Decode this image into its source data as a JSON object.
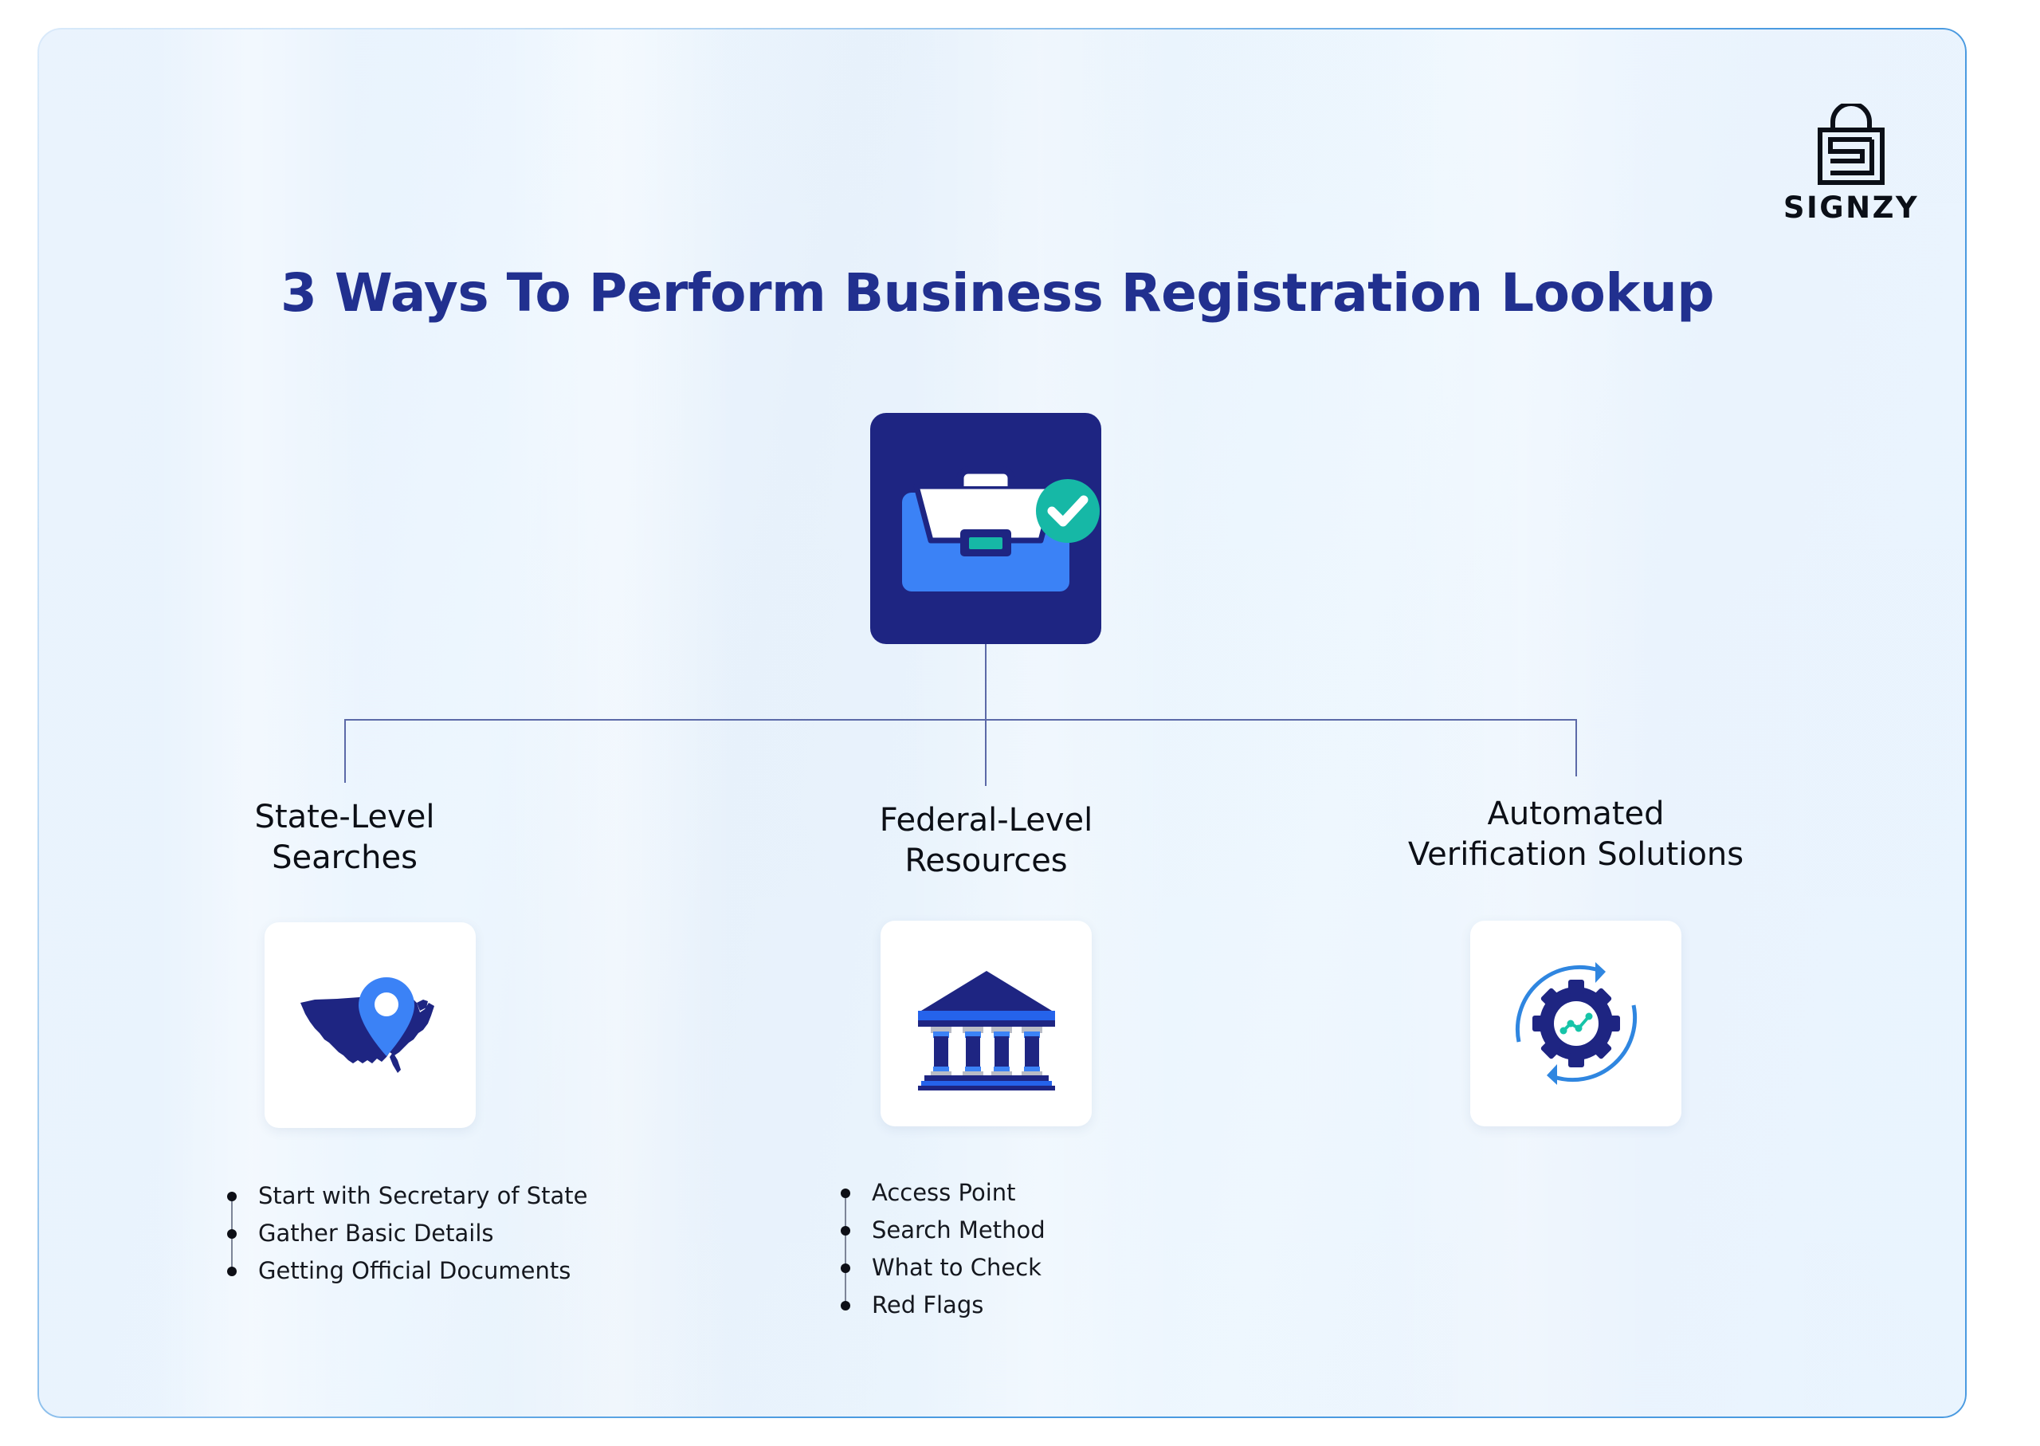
{
  "brand": {
    "name": "SIGNZY",
    "logo_icon": "padlock-maze-logo"
  },
  "header": {
    "title": "3 Ways To Perform Business Registration Lookup"
  },
  "hero": {
    "icon": "briefcase-verified-icon",
    "tile_color": "#1e2582",
    "briefcase_body_color": "#3b82f6",
    "briefcase_flap_color": "#ffffff",
    "check_badge_color": "#16b8a6"
  },
  "colors": {
    "background": "#eaf3fd",
    "card_border": "#4a9ae0",
    "title": "#21308f",
    "navy": "#1e2582",
    "blue": "#2563eb",
    "light_blue": "#3b82f6",
    "teal": "#16b8a6",
    "connector": "#5c6aa8",
    "text": "#0c0f16"
  },
  "branches": [
    {
      "id": "state-level-searches",
      "heading": "State-Level\nSearches",
      "icon": "us-map-location-pin-icon",
      "bullets": [
        "Start with Secretary of State",
        "Gather Basic Details",
        "Getting Official Documents"
      ]
    },
    {
      "id": "federal-level-resources",
      "heading": "Federal-Level\nResources",
      "icon": "government-building-icon",
      "bullets": [
        "Access Point",
        "Search Method",
        "What to Check",
        "Red Flags"
      ]
    },
    {
      "id": "automated-verification-solutions",
      "heading": "Automated\nVerification Solutions",
      "icon": "gear-analytics-refresh-icon",
      "bullets": []
    }
  ]
}
